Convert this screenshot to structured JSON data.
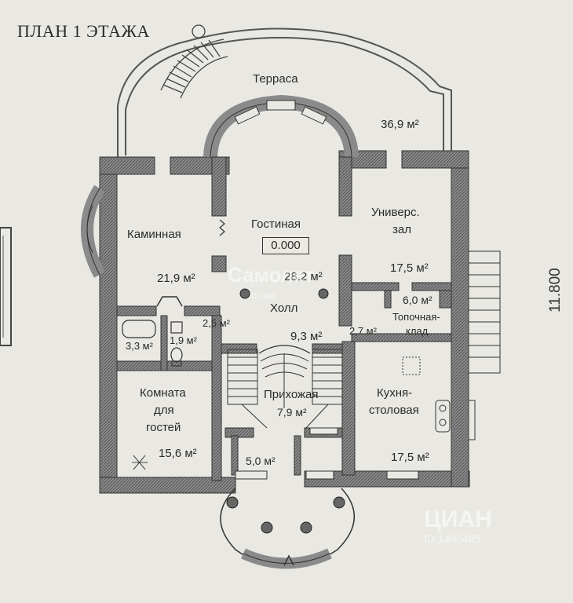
{
  "title": "ПЛАН 1 ЭТАЖА",
  "level_mark": "0.000",
  "dimension": "11.800",
  "watermarks": [
    "Самолет",
    "плюс",
    "ЦИАН",
    "ID 1490485"
  ],
  "rooms": {
    "terrace": {
      "name": "Терраса",
      "area": "36,9 м²"
    },
    "fireplace": {
      "name": "Каминная",
      "area": "21,9 м²"
    },
    "living": {
      "name": "Гостиная",
      "area": "28,2 м²"
    },
    "hall_univ": {
      "name_l1": "Универс.",
      "name_l2": "зал",
      "area": "17,5 м²"
    },
    "hallway": {
      "name": "Холл",
      "area": "9,3 м²"
    },
    "bath1": {
      "area": "3,3 м²"
    },
    "wc": {
      "area": "1,9 м²"
    },
    "corridor": {
      "area": "2,5 м²"
    },
    "lobby": {
      "area": "2,7 м²"
    },
    "boiler": {
      "name_l1": "Топочная-",
      "name_l2": "клад.",
      "area": "6,0 м²"
    },
    "guest": {
      "name_l1": "Комната",
      "name_l2": "для",
      "name_l3": "гостей",
      "area": "15,6 м²"
    },
    "entry": {
      "name": "Прихожая",
      "area": "7,9 м²"
    },
    "kitchen": {
      "name_l1": "Кухня-",
      "name_l2": "столовая",
      "area": "17,5 м²"
    },
    "vestibule": {
      "area": "5,0 м²"
    }
  }
}
